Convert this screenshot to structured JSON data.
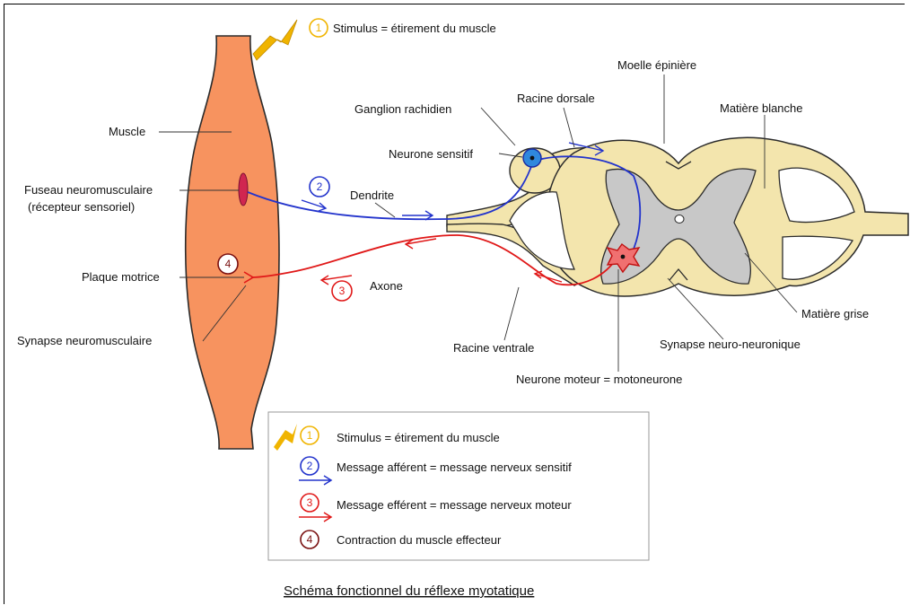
{
  "diagram": {
    "stimulus_top": "Stimulus = étirement du muscle",
    "labels": {
      "muscle": "Muscle",
      "fuseau_line1": "Fuseau neuromusculaire",
      "fuseau_line2": "(récepteur sensoriel)",
      "plaque": "Plaque motrice",
      "synapse_nm": "Synapse neuromusculaire",
      "dendrite": "Dendrite",
      "axone": "Axone",
      "ganglion": "Ganglion rachidien",
      "neurone_sensitif": "Neurone sensitif",
      "racine_dorsale": "Racine dorsale",
      "moelle": "Moelle épinière",
      "matiere_blanche": "Matière blanche",
      "matiere_grise": "Matière grise",
      "synapse_nn": "Synapse neuro-neuronique",
      "racine_ventrale": "Racine ventrale",
      "neurone_moteur": "Neurone moteur = motoneurone"
    },
    "step_numbers": [
      "1",
      "2",
      "3",
      "4"
    ],
    "legend": [
      {
        "num": "1",
        "text": "Stimulus = étirement du muscle",
        "color": "#f0b400"
      },
      {
        "num": "2",
        "text": "Message afférent = message nerveux sensitif",
        "color": "#2233cc"
      },
      {
        "num": "3",
        "text": "Message efférent = message nerveux moteur",
        "color": "#e01818"
      },
      {
        "num": "4",
        "text": "Contraction du muscle effecteur",
        "color": "#7a1010"
      }
    ],
    "caption": "Schéma fonctionnel du réflexe myotatique"
  },
  "colors": {
    "muscle": "#f7935f",
    "cord_white": "#f3e5ad",
    "cord_grey": "#c8c8c8",
    "afferent": "#2233cc",
    "efferent": "#e01818",
    "stimulus": "#f0b400",
    "contraction": "#7a1010"
  }
}
